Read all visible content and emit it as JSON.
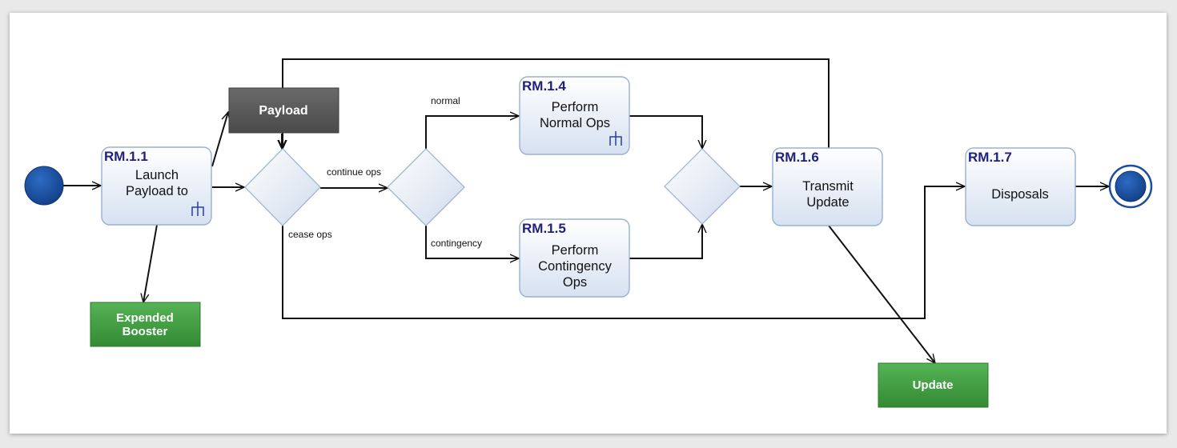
{
  "diagram": {
    "activities": [
      {
        "key": "launch",
        "id": "RM.1.1",
        "lines": [
          "Launch",
          "Payload to"
        ],
        "has_fork_icon": true
      },
      {
        "key": "normal_ops",
        "id": "RM.1.4",
        "lines": [
          "Perform",
          "Normal Ops"
        ],
        "has_fork_icon": true
      },
      {
        "key": "contingency_ops",
        "id": "RM.1.5",
        "lines": [
          "Perform",
          "Contingency",
          "Ops"
        ],
        "has_fork_icon": false
      },
      {
        "key": "transmit",
        "id": "RM.1.6",
        "lines": [
          "Transmit",
          "Update"
        ],
        "has_fork_icon": false
      },
      {
        "key": "disposals",
        "id": "RM.1.7",
        "lines": [
          "Disposals"
        ],
        "has_fork_icon": false
      }
    ],
    "objects": [
      {
        "key": "payload",
        "label": "Payload",
        "color": "#5a5a5a"
      },
      {
        "key": "expended_booster",
        "label_lines": [
          "Expended",
          "Booster"
        ],
        "color": "#3f9a3f"
      },
      {
        "key": "update",
        "label": "Update",
        "color": "#3f9a3f"
      }
    ],
    "edge_labels": {
      "continue_ops": "continue ops",
      "cease_ops": "cease ops",
      "normal": "normal",
      "contingency": "contingency"
    },
    "colors": {
      "initial_node": "#1a4f9c",
      "activity_border": "#9ab0cf",
      "activity_fill_top": "#ffffff",
      "activity_fill_bottom": "#dbe5f3",
      "id_text": "#1f1f80"
    }
  }
}
